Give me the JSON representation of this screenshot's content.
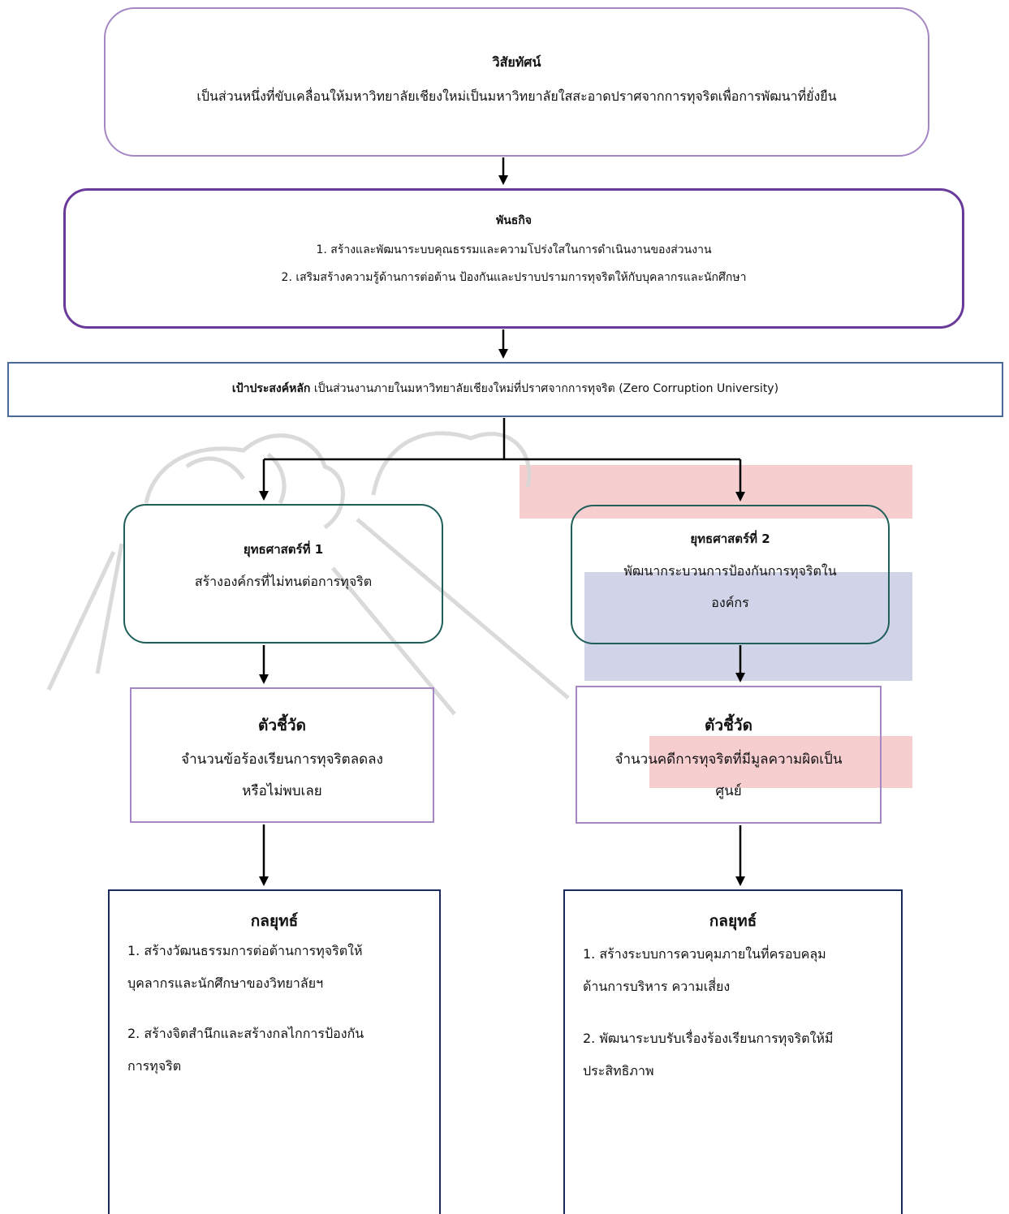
{
  "vision": {
    "title": "วิสัยทัศน์",
    "text": "เป็นส่วนหนึ่งที่ขับเคลื่อนให้มหาวิทยาลัยเชียงใหม่เป็นมหาวิทยาลัยใสสะอาดปราศจากการทุจริตเพื่อการพัฒนาที่ยั่งยืน"
  },
  "mission": {
    "title": "พันธกิจ",
    "items": [
      "1. สร้างและพัฒนาระบบคุณธรรมและความโปร่งใสในการดำเนินงานของส่วนงาน",
      "2. เสริมสร้างความรู้ด้านการต่อต้าน ป้องกันและปราบปรามการทุจริตให้กับบุคลากรและนักศึกษา"
    ]
  },
  "goal": {
    "label": "เป้าประสงค์หลัก",
    "text": "เป็นส่วนงานภายในมหาวิทยาลัยเชียงใหม่ที่ปราศจากการทุจริต (Zero Corruption University)"
  },
  "strategies": [
    {
      "title": "ยุทธศาสตร์ที่ 1",
      "desc": "สร้างองค์กรที่ไม่ทนต่อการทุจริต",
      "kpi_title": "ตัวชี้วัด",
      "kpi_lines": [
        "จำนวนข้อร้องเรียนการทุจริตลดลง",
        "หรือไม่พบเลย"
      ],
      "tactics_title": "กลยุทธ์",
      "tactics": [
        [
          "1. สร้างวัฒนธรรมการต่อต้านการทุจริตให้",
          "บุคลากรและนักศึกษาของวิทยาลัยฯ"
        ],
        [
          "2. สร้างจิตสำนึกและสร้างกลไกการป้องกัน",
          "การทุจริต"
        ]
      ]
    },
    {
      "title": "ยุทธศาสตร์ที่ 2",
      "desc_lines": [
        "พัฒนากระบวนการป้องกันการทุจริตใน",
        "องค์กร"
      ],
      "kpi_title": "ตัวชี้วัด",
      "kpi_lines": [
        "จำนวนคดีการทุจริตที่มีมูลความผิดเป็น",
        "ศูนย์"
      ],
      "tactics_title": "กลยุทธ์",
      "tactics": [
        [
          "1. สร้างระบบการควบคุมภายในที่ครอบคลุม",
          "ด้านการบริหาร ความเสี่ยง"
        ],
        [
          "2. พัฒนาระบบรับเรื่องร้องเรียนการทุจริตให้มี",
          "ประสิทธิภาพ"
        ]
      ]
    }
  ],
  "colors": {
    "vision_border": "#a487c4",
    "mission_border": "#6a3a9a",
    "goal_border": "#4a6a9a",
    "strategy_border": "#1f5f5a",
    "kpi_border": "#a487c4",
    "tactic_border": "#1a2a5a",
    "watermark_red": "#f4c5c8",
    "watermark_blue": "#c9cde4"
  }
}
